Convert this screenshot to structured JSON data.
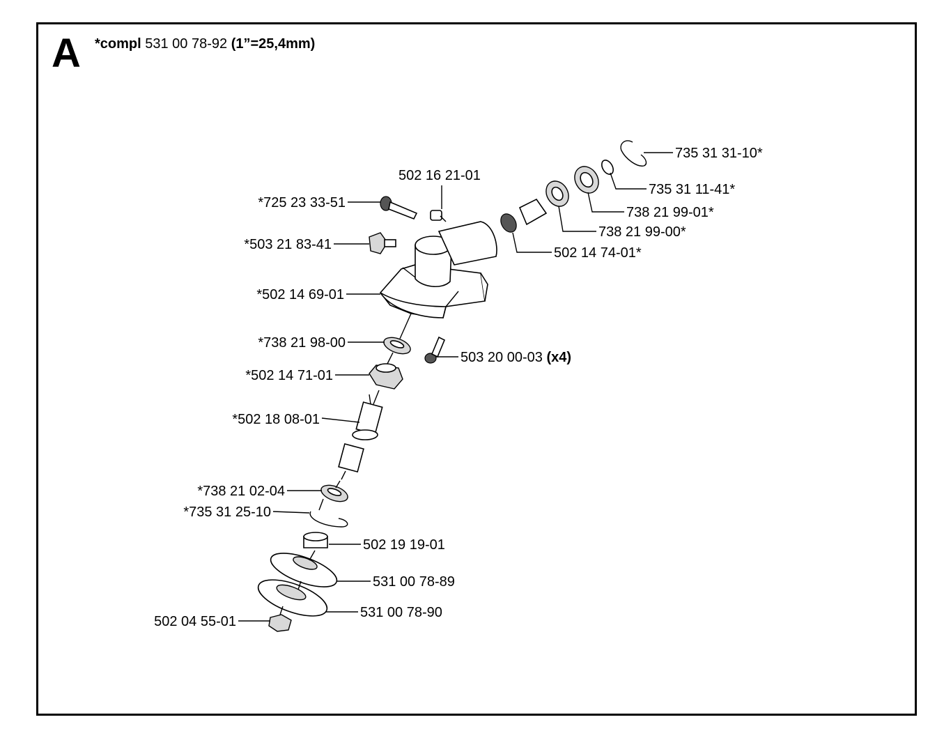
{
  "section": "A",
  "header": {
    "compl_label": "*compl",
    "part_number": "531 00 78-92",
    "note": "(1”=25,4mm)"
  },
  "parts": [
    {
      "id": "circlip-top",
      "number": "735 31 31-10*"
    },
    {
      "id": "circlip-small",
      "number": "735 31 11-41*"
    },
    {
      "id": "bearing-outer",
      "number": "738 21 99-01*"
    },
    {
      "id": "bearing-inner",
      "number": "738 21 99-00*"
    },
    {
      "id": "pinion-gear",
      "number": "502 14 74-01*"
    },
    {
      "id": "stop-screw",
      "number": "502 16 21-01"
    },
    {
      "id": "clamp-screw",
      "number": "*725 23 33-51"
    },
    {
      "id": "plug-screw",
      "number": "*503 21 83-41"
    },
    {
      "id": "gear-housing",
      "number": "*502 14 69-01"
    },
    {
      "id": "bearing-upper",
      "number": "*738 21 98-00"
    },
    {
      "id": "bevel-gear",
      "number": "*502 14 71-01"
    },
    {
      "id": "output-shaft",
      "number": "*502 18 08-01"
    },
    {
      "id": "bearing-lower",
      "number": "*738 21 02-04"
    },
    {
      "id": "circlip-lower",
      "number": "*735 31 25-10"
    },
    {
      "id": "spacer",
      "number": "502 19 19-01"
    },
    {
      "id": "support-cup",
      "number": "531 00 78-89"
    },
    {
      "id": "support-flange",
      "number": "531 00 78-90"
    },
    {
      "id": "nut",
      "number": "502 04 55-01"
    }
  ],
  "cover_screw": {
    "number": "503 20 00-03",
    "qty": "(x4)"
  }
}
